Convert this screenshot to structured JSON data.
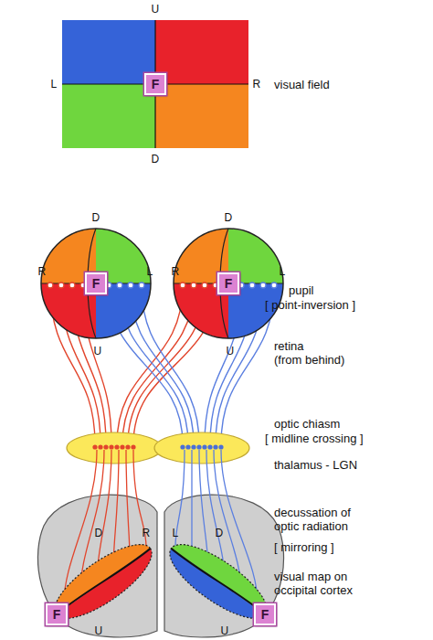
{
  "diagram": {
    "nodes": [
      {
        "text": [
          "F"
        ]
      },
      {
        "text": [
          "F"
        ]
      },
      {
        "text": [
          "F"
        ]
      },
      {
        "text": [
          "F"
        ]
      },
      {
        "text": [
          "F"
        ]
      }
    ],
    "labels": [
      "U",
      "L",
      "R",
      "D",
      "visual field",
      "pupil",
      "[ point-inversion ]",
      "D",
      "R",
      "L",
      "U",
      "D",
      "R",
      "L",
      "U",
      "retina",
      "(from behind)",
      "optic chiasm",
      "[ midline crossing ]",
      "thalamus - LGN",
      "decussation of optic radiation",
      "[ mirroring ]",
      "visual map on occipital cortex",
      "D",
      "R",
      "U",
      "L",
      "D",
      "U"
    ]
  }
}
